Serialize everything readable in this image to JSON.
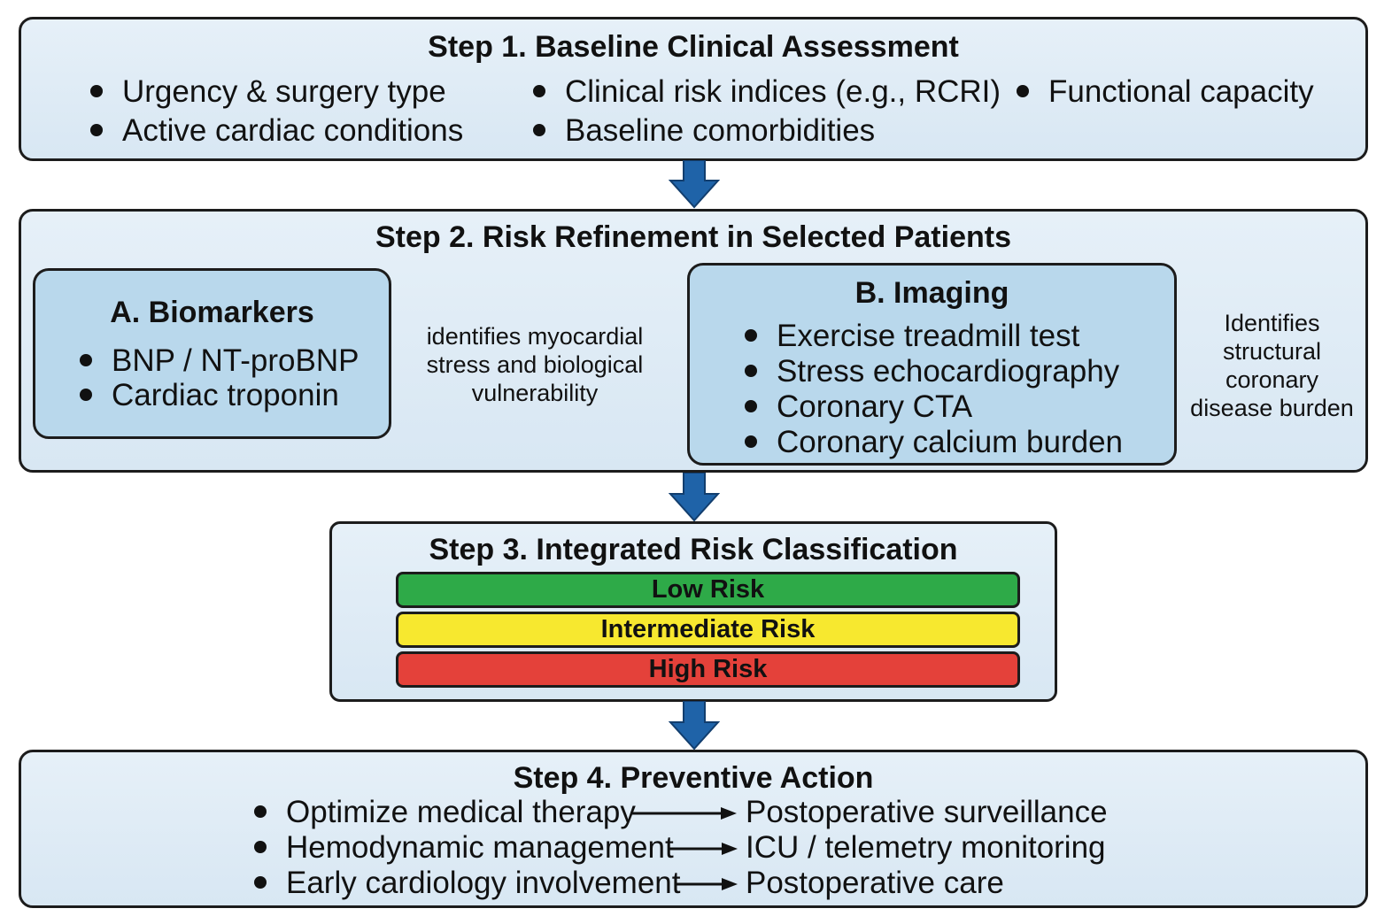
{
  "step1": {
    "title": "Step 1. Baseline Clinical Assessment",
    "items": [
      "Urgency & surgery type",
      "Clinical risk indices (e.g., RCRI)",
      "Functional capacity",
      "Active cardiac conditions",
      "Baseline comorbidities"
    ]
  },
  "step2": {
    "title": "Step 2. Risk Refinement in Selected Patients",
    "biomarkers": {
      "title": "A. Biomarkers",
      "items": [
        "BNP / NT-proBNP",
        "Cardiac troponin"
      ],
      "note": [
        "identifies myocardial",
        "stress and biological",
        "vulnerability"
      ]
    },
    "imaging": {
      "title": "B. Imaging",
      "items": [
        "Exercise treadmill test",
        "Stress echocardiography",
        "Coronary CTA",
        "Coronary calcium burden"
      ],
      "note": [
        "Identifies",
        "structural",
        "coronary",
        "disease burden"
      ]
    }
  },
  "step3": {
    "title": "Step 3. Integrated Risk Classification",
    "levels": [
      {
        "label": "Low Risk",
        "color": "#2eaa48"
      },
      {
        "label": "Intermediate Risk",
        "color": "#f7e82f"
      },
      {
        "label": "High Risk",
        "color": "#e4413a"
      }
    ]
  },
  "step4": {
    "title": "Step 4. Preventive Action",
    "actions": [
      {
        "action": "Optimize medical therapy",
        "outcome": "Postoperative surveillance"
      },
      {
        "action": "Hemodynamic management",
        "outcome": "ICU / telemetry monitoring"
      },
      {
        "action": "Early cardiology involvement",
        "outcome": "Postoperative care"
      }
    ]
  },
  "colors": {
    "arrow": "#1f63a8",
    "panel": "#dde9f4",
    "subbox": "#b9d8ec"
  }
}
